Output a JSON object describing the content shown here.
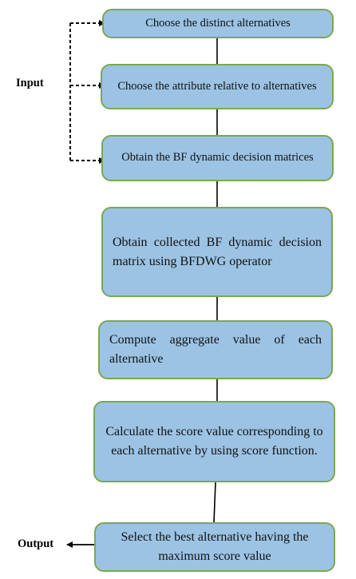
{
  "side_labels": {
    "input": "Input",
    "output": "Output"
  },
  "steps": [
    {
      "text": "Choose the distinct alternatives"
    },
    {
      "text": "Choose the attribute relative to alternatives"
    },
    {
      "text": "Obtain the BF dynamic decision matrices"
    },
    {
      "text": "Obtain collected BF dynamic decision matrix using BFDWG operator"
    },
    {
      "text": "Compute aggregate value of each alternative"
    },
    {
      "text": "Calculate the score value corresponding to each alternative by using score function."
    },
    {
      "text": "Select the best alternative having the maximum score value"
    }
  ],
  "colors": {
    "box_fill": "#9cc3e4",
    "box_border": "#7aa84f",
    "connector": "#000000"
  }
}
